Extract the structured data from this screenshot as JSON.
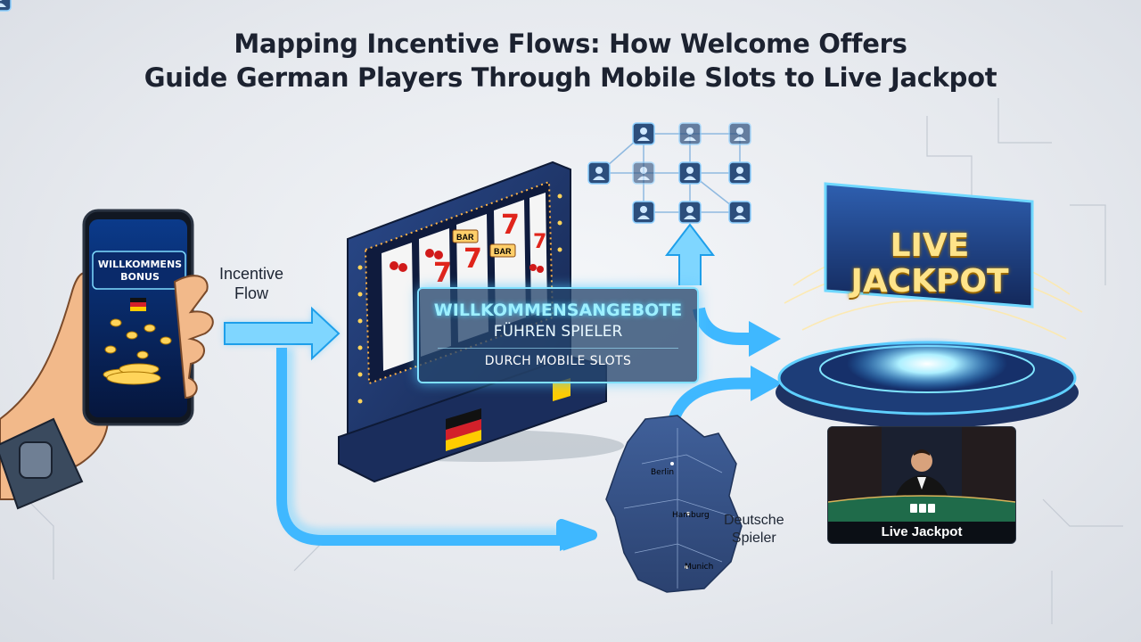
{
  "title": {
    "line1": "Mapping Incentive Flows: How Welcome Offers",
    "line2": "Guide German Players Through Mobile Slots to Live Jackpot"
  },
  "phone": {
    "bonus_line1": "WILLKOMMENS",
    "bonus_line2": "BONUS"
  },
  "flow_label": {
    "line1": "Incentive",
    "line2": "Flow"
  },
  "banner": {
    "line1": "WILLKOMMENSANGEBOTE",
    "line2": "FÜHREN SPIELER",
    "line3": "DURCH MOBILE SLOTS"
  },
  "slot_machine": {
    "reel_symbols": [
      "BAR"
    ]
  },
  "map": {
    "cities": [
      "Berlin",
      "Hamburg",
      "Munich"
    ],
    "label_line1": "Deutsche",
    "label_line2": "Spieler"
  },
  "jackpot": {
    "sign_line1": "LIVE",
    "sign_line2": "JACKPOT",
    "card_caption": "Live Jackpot"
  },
  "colors": {
    "flow_blue": "#3fb8ff",
    "flow_glow": "#9fe4ff",
    "node_blue": "#2c4e7c",
    "slot_navy": "#1f3466",
    "gold": "#ffd45a"
  }
}
